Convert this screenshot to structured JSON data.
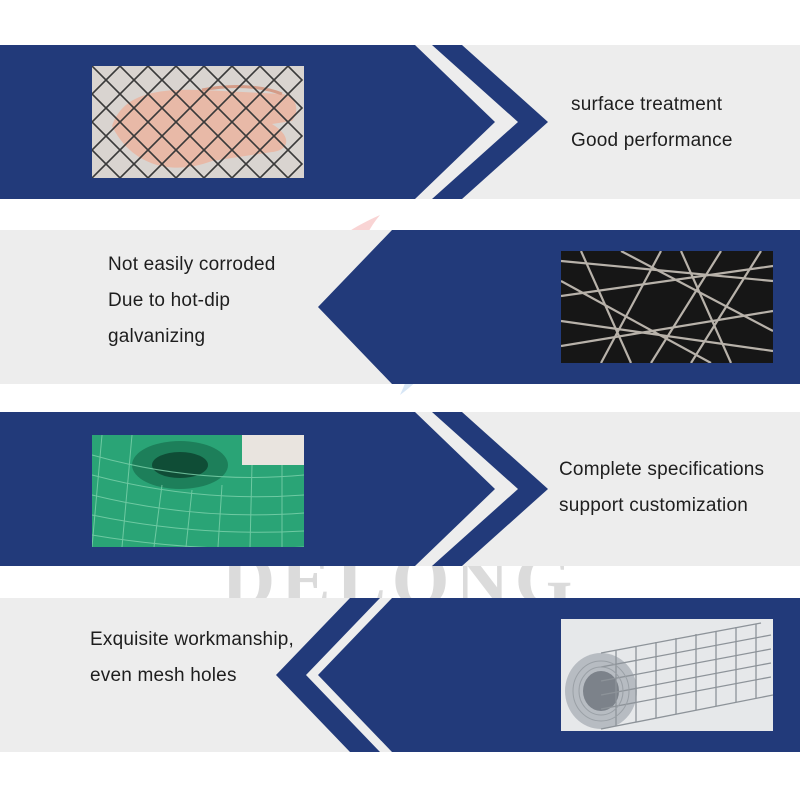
{
  "colors": {
    "navy": "#223a7a",
    "panel_gray": "#ededed",
    "text": "#1e1e1e",
    "mesh_green": "#1f9a6a",
    "mesh_silver": "#c9cdd2"
  },
  "features": [
    {
      "lines": [
        "surface treatment",
        "Good performance"
      ],
      "image_icon": "chain-link-mesh-on-hand"
    },
    {
      "lines": [
        "Not easily corroded",
        "Due to hot-dip",
        "galvanizing"
      ],
      "image_icon": "crossed-wires-on-black"
    },
    {
      "lines": [
        "Complete specifications",
        "support customization"
      ],
      "image_icon": "green-pvc-mesh-roll"
    },
    {
      "lines": [
        "Exquisite workmanship,",
        "even mesh holes"
      ],
      "image_icon": "galvanized-welded-mesh-roll"
    }
  ],
  "watermark": {
    "text": "DELONG"
  }
}
